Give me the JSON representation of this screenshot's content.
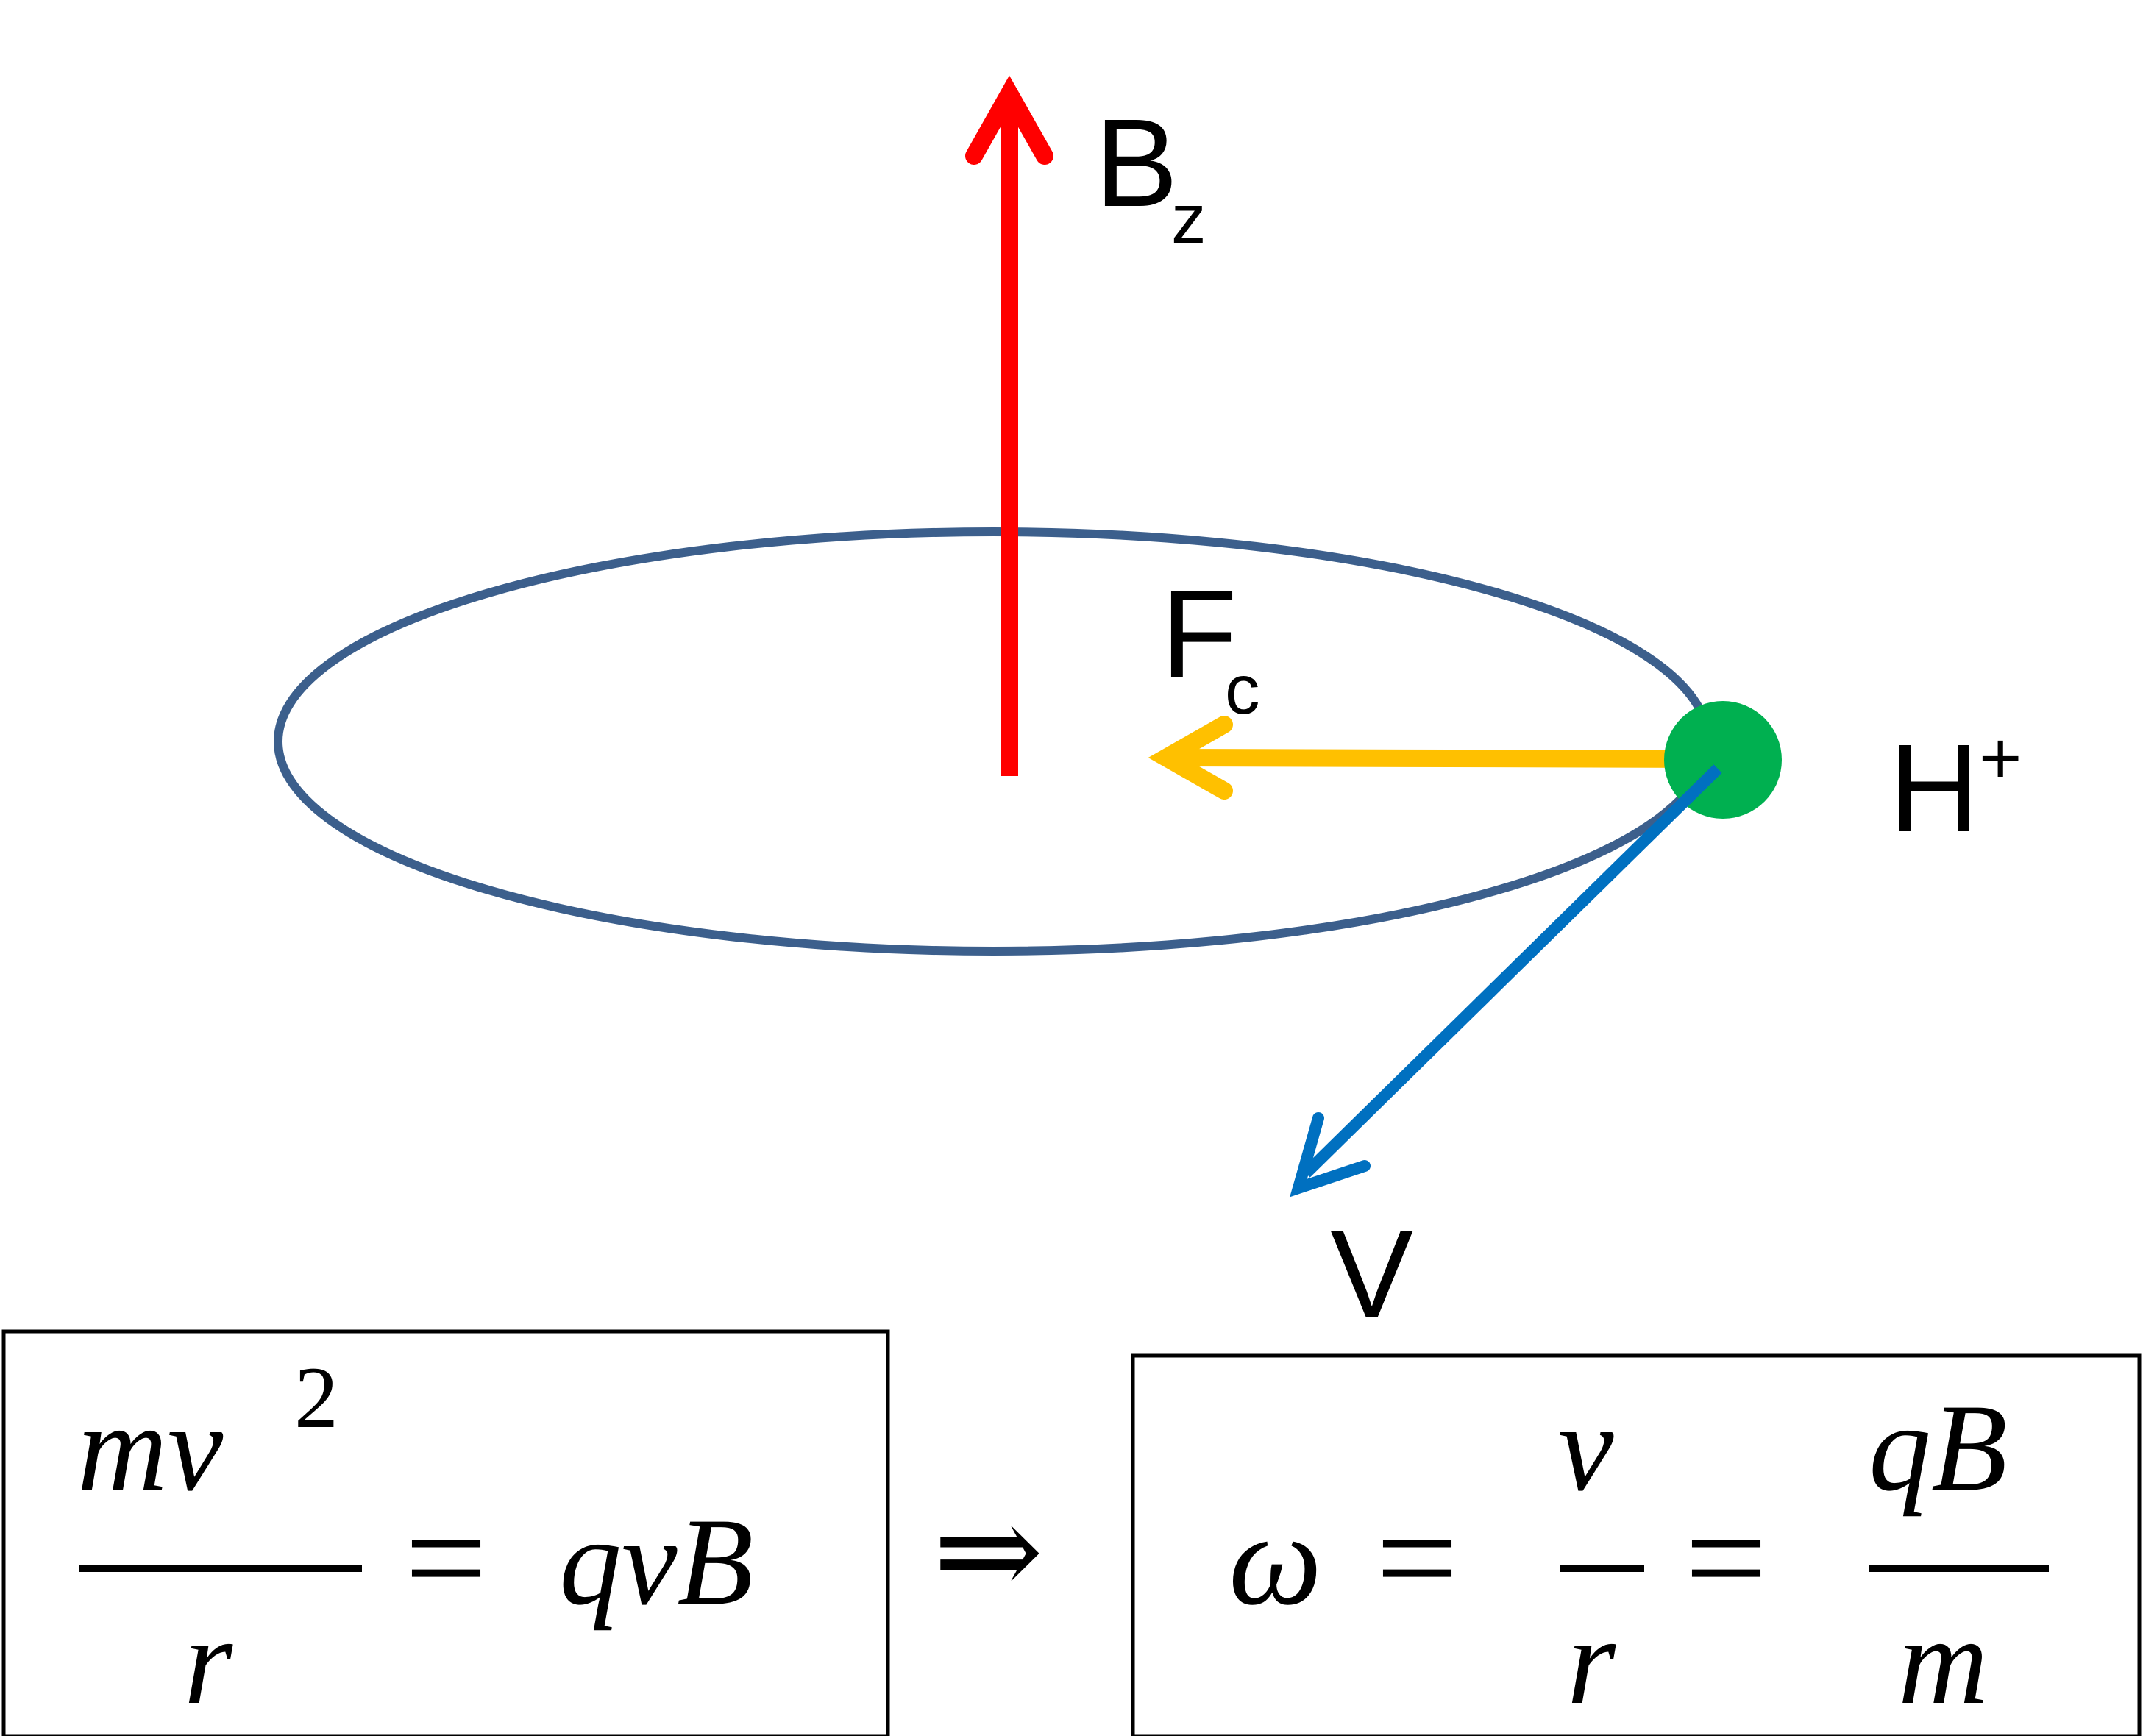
{
  "labels": {
    "b_main": "B",
    "b_sub": "z",
    "f_main": "F",
    "f_sub": "c",
    "h_main": "H",
    "h_sup": "+",
    "v": "V"
  },
  "equation_left": {
    "numerator_main": "mv",
    "numerator_exp": "2",
    "denominator": "r",
    "equals": "=",
    "rhs": "qvB"
  },
  "implies": "⇒",
  "equation_right": {
    "lhs": "ω",
    "eq1": "=",
    "frac1_num": "v",
    "frac1_den": "r",
    "eq2": "=",
    "frac2_num": "qB",
    "frac2_den": "m"
  },
  "colors": {
    "field_arrow": "#ff0000",
    "orbit": "#3c5f8c",
    "force_arrow": "#ffc000",
    "velocity_arrow": "#0070c0",
    "proton": "#00b050"
  }
}
